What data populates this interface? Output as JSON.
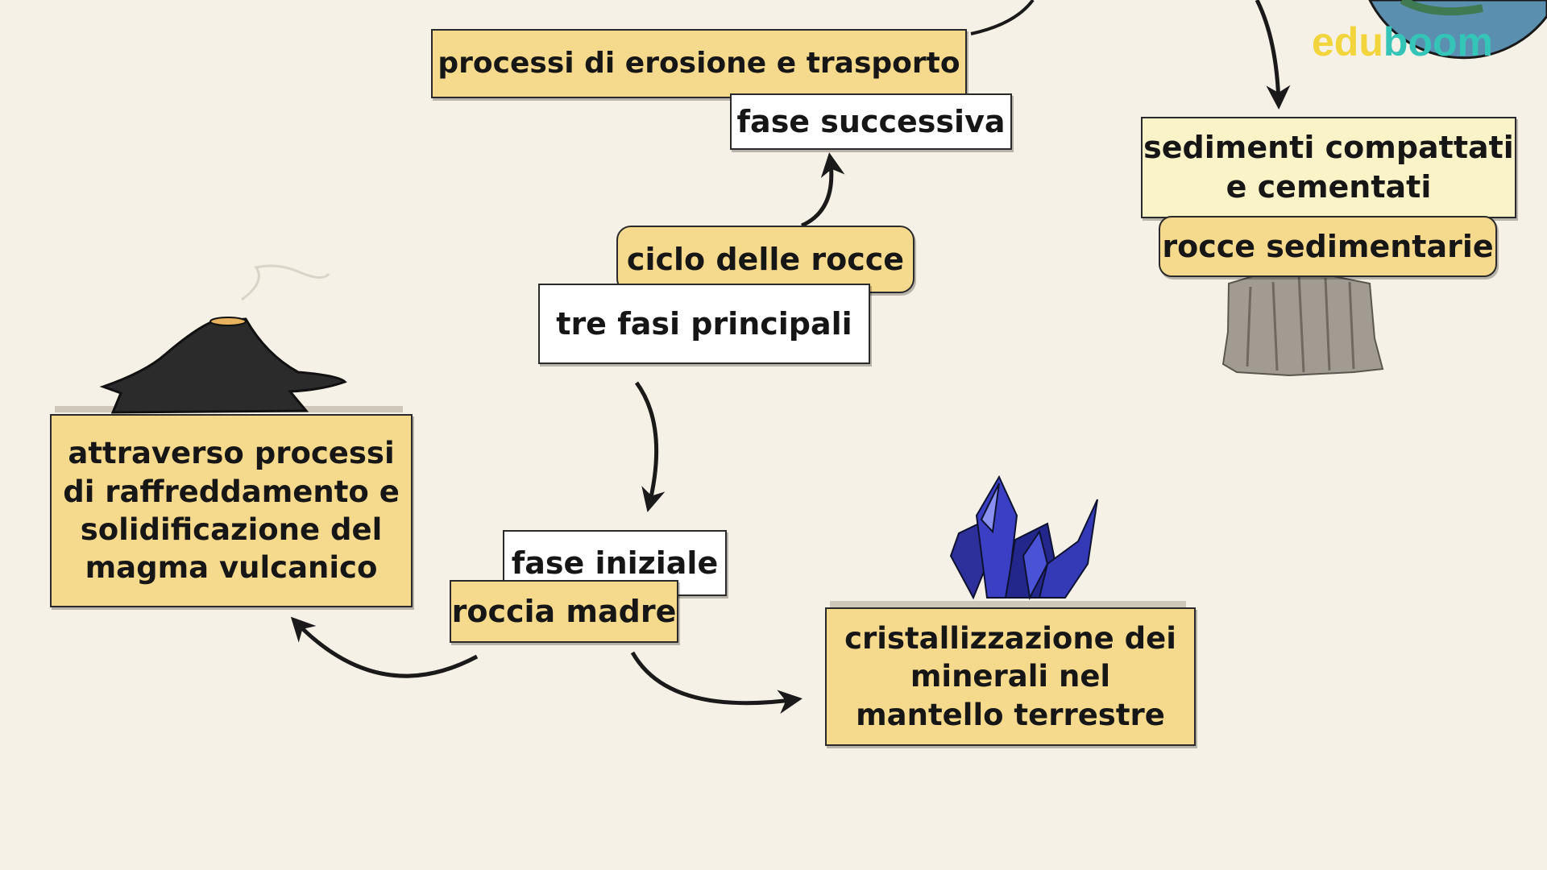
{
  "logo": {
    "part1": "edu",
    "part2": "boom"
  },
  "nodes": {
    "erosion": "processi di erosione e trasporto",
    "next_phase": "fase successiva",
    "cycle": "ciclo delle rocce",
    "three_phases": "tre fasi principali",
    "sediments": "sedimenti compattati e cementati",
    "sedimentary": "rocce sedimentarie",
    "cooling": "attraverso processi di raffreddamento e solidificazione del magma vulcanico",
    "initial_phase": "fase iniziale",
    "parent_rock": "roccia madre",
    "crystallization": "cristallizzazione dei minerali nel mantello terrestre"
  },
  "icons": [
    "volcano-icon",
    "crystal-icon",
    "rock-pillar-icon",
    "globe-icon"
  ],
  "colors": {
    "label_yellow": "#f5d98c",
    "label_white": "#ffffff",
    "background": "#f6f1e6",
    "brand_yellow": "#f2d43c",
    "brand_teal": "#35c4b8"
  }
}
